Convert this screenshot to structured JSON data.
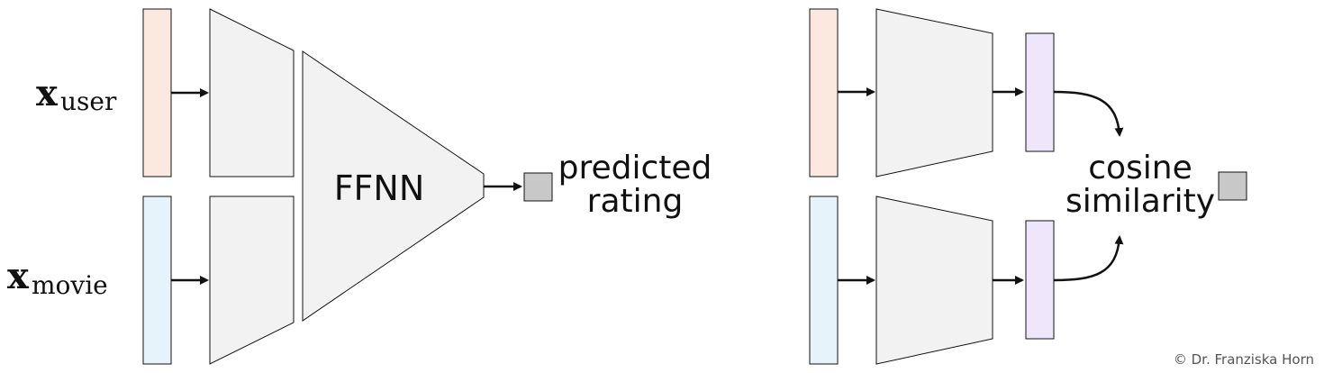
{
  "left_model": {
    "input_user_label": "x",
    "input_user_subscript": "user",
    "input_movie_label": "x",
    "input_movie_subscript": "movie",
    "network_label": "FFNN",
    "output_label_line1": "predicted",
    "output_label_line2": "rating"
  },
  "right_model": {
    "output_label_line1": "cosine",
    "output_label_line2": "similarity"
  },
  "footer": {
    "copyright": "© Dr. Franziska Horn"
  },
  "colors": {
    "user_input": "#fbe9df",
    "movie_input": "#e6f3fb",
    "encoder": "#f2f2f2",
    "embedding": "#efe6fc",
    "output_box": "#c8c8c8",
    "stroke": "#111111"
  }
}
